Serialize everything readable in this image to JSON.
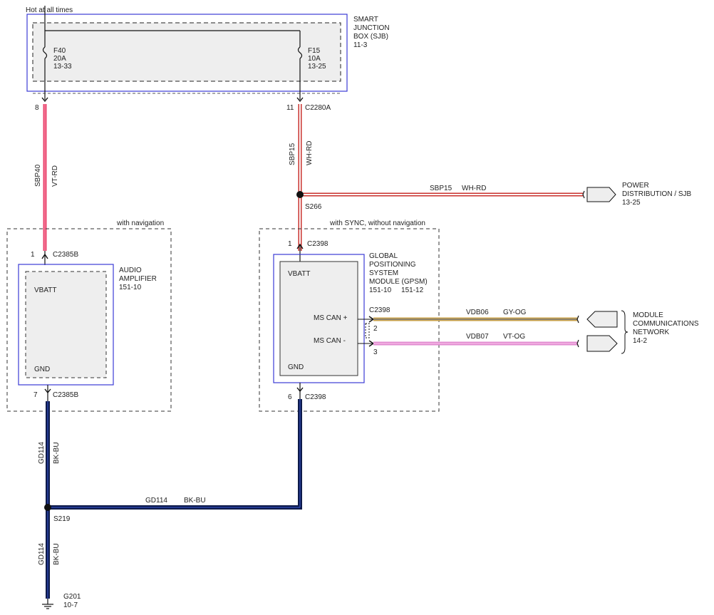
{
  "header": {
    "hot_label": "Hot at all times"
  },
  "sjb": {
    "name_lines": [
      "SMART",
      "JUNCTION",
      "BOX (SJB)",
      "11-3"
    ],
    "fuse_a": {
      "id": "F40",
      "rating": "20A",
      "ref": "13-33"
    },
    "fuse_b": {
      "id": "F15",
      "rating": "10A",
      "ref": "13-25"
    },
    "pin_a": "8",
    "pin_b": "11",
    "connector_b": "C2280A"
  },
  "wires": {
    "sbp40": {
      "circuit": "SBP40",
      "color": "VT-RD",
      "hex": "#e8466e"
    },
    "sbp15": {
      "circuit": "SBP15",
      "color": "WH-RD",
      "hex": "#c9302c"
    },
    "sbp15_branch": {
      "circuit": "SBP15",
      "color": "WH-RD"
    },
    "gd114": {
      "circuit": "GD114",
      "color": "BK-BU",
      "hex": "#0d1a4a"
    },
    "vdb06": {
      "circuit": "VDB06",
      "color": "GY-OG",
      "hex": "#c9a24a"
    },
    "vdb07": {
      "circuit": "VDB07",
      "color": "VT-OG",
      "hex": "#e08bd0"
    }
  },
  "splices": {
    "s266": "S266",
    "s219": "S219"
  },
  "power_dist": {
    "lines": [
      "POWER",
      "DISTRIBUTION / SJB",
      "13-25"
    ]
  },
  "nav_box": {
    "label": "with navigation"
  },
  "sync_box": {
    "label": "with SYNC, without navigation"
  },
  "amplifier": {
    "name_lines": [
      "AUDIO",
      "AMPLIFIER",
      "151-10"
    ],
    "pin_top": "1",
    "conn_top": "C2385B",
    "vbatt": "VBATT",
    "gnd": "GND",
    "pin_bottom": "7",
    "conn_bottom": "C2385B"
  },
  "gpsm": {
    "name_lines": [
      "GLOBAL",
      "POSITIONING",
      "SYSTEM",
      "MODULE (GPSM)",
      "151-10     151-12"
    ],
    "pin_top": "1",
    "conn_top": "C2398",
    "vbatt": "VBATT",
    "ms_can_plus": "MS CAN +",
    "ms_can_minus": "MS CAN -",
    "can_conn": "C2398",
    "pin_2": "2",
    "pin_3": "3",
    "gnd": "GND",
    "pin_bottom": "6",
    "conn_bottom": "C2398"
  },
  "network": {
    "lines": [
      "MODULE",
      "COMMUNICATIONS",
      "NETWORK",
      "14-2"
    ]
  },
  "ground": {
    "id": "G201",
    "ref": "10-7"
  }
}
